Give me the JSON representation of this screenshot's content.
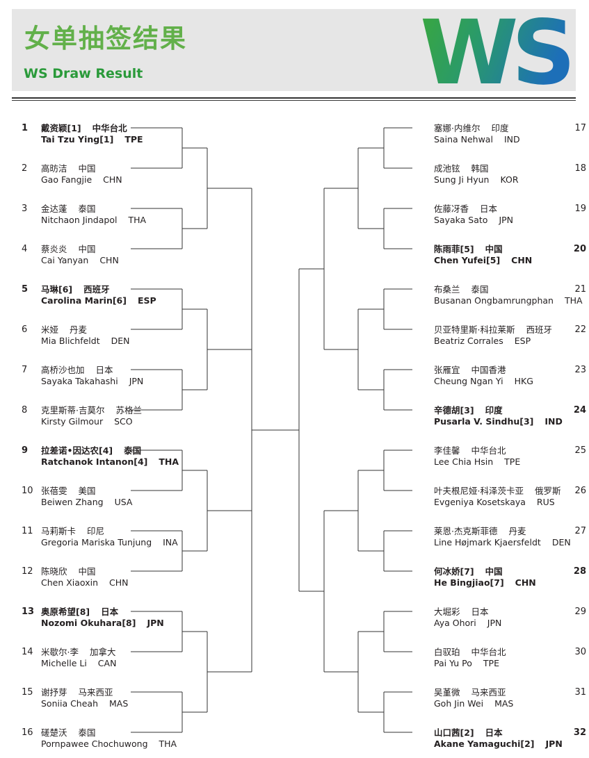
{
  "header": {
    "title_cn": "女单抽签结果",
    "title_en": "WS Draw Result",
    "logo_text": "WS",
    "colors": {
      "background": "#e6e6e6",
      "title_cn": "#62b04a",
      "title_en": "#2a9a3a",
      "logo_green": "#3aa83c",
      "logo_blue": "#1d6fb8"
    }
  },
  "left_entries": [
    {
      "seed": "1",
      "cn": "戴资颖[1]",
      "cn_country": "中华台北",
      "en": "Tai Tzu Ying[1]",
      "en_country": "TPE",
      "bold": true
    },
    {
      "seed": "2",
      "cn": "高昉洁",
      "cn_country": "中国",
      "en": "Gao Fangjie",
      "en_country": "CHN",
      "bold": false
    },
    {
      "seed": "3",
      "cn": "金达蓬",
      "cn_country": "泰国",
      "en": "Nitchaon Jindapol",
      "en_country": "THA",
      "bold": false
    },
    {
      "seed": "4",
      "cn": "蔡炎炎",
      "cn_country": "中国",
      "en": "Cai Yanyan",
      "en_country": "CHN",
      "bold": false
    },
    {
      "seed": "5",
      "cn": "马琳[6]",
      "cn_country": "西班牙",
      "en": "Carolina Marin[6]",
      "en_country": "ESP",
      "bold": true
    },
    {
      "seed": "6",
      "cn": "米娅",
      "cn_country": "丹麦",
      "en": "Mia Blichfeldt",
      "en_country": "DEN",
      "bold": false
    },
    {
      "seed": "7",
      "cn": "高桥沙也加",
      "cn_country": "日本",
      "en": "Sayaka Takahashi",
      "en_country": "JPN",
      "bold": false
    },
    {
      "seed": "8",
      "cn": "克里斯蒂·吉莫尔",
      "cn_country": "苏格兰",
      "en": "Kirsty Gilmour",
      "en_country": "SCO",
      "bold": false
    },
    {
      "seed": "9",
      "cn": "拉差诺•因达农[4]",
      "cn_country": "泰国",
      "en": "Ratchanok Intanon[4]",
      "en_country": "THA",
      "bold": true
    },
    {
      "seed": "10",
      "cn": "张蓓雯",
      "cn_country": "美国",
      "en": "Beiwen Zhang",
      "en_country": "USA",
      "bold": false
    },
    {
      "seed": "11",
      "cn": "马莉斯卡",
      "cn_country": "印尼",
      "en": "Gregoria Mariska Tunjung",
      "en_country": "INA",
      "bold": false
    },
    {
      "seed": "12",
      "cn": "陈晓欣",
      "cn_country": "中国",
      "en": "Chen Xiaoxin",
      "en_country": "CHN",
      "bold": false
    },
    {
      "seed": "13",
      "cn": "奥原希望[8]",
      "cn_country": "日本",
      "en": "Nozomi Okuhara[8]",
      "en_country": "JPN",
      "bold": true
    },
    {
      "seed": "14",
      "cn": "米歇尔·李",
      "cn_country": "加拿大",
      "en": "Michelle Li",
      "en_country": "CAN",
      "bold": false
    },
    {
      "seed": "15",
      "cn": "谢抒芽",
      "cn_country": "马来西亚",
      "en": "Soniia Cheah",
      "en_country": "MAS",
      "bold": false
    },
    {
      "seed": "16",
      "cn": "磋楚沃",
      "cn_country": "泰国",
      "en": "Pornpawee Chochuwong",
      "en_country": "THA",
      "bold": false
    }
  ],
  "right_entries": [
    {
      "seed": "17",
      "cn": "塞娜·内维尔",
      "cn_country": "印度",
      "en": "Saina Nehwal",
      "en_country": "IND",
      "bold": false
    },
    {
      "seed": "18",
      "cn": "成池铉",
      "cn_country": "韩国",
      "en": "Sung Ji Hyun",
      "en_country": "KOR",
      "bold": false
    },
    {
      "seed": "19",
      "cn": "佐藤冴香",
      "cn_country": "日本",
      "en": "Sayaka Sato",
      "en_country": "JPN",
      "bold": false
    },
    {
      "seed": "20",
      "cn": "陈雨菲[5]",
      "cn_country": "中国",
      "en": "Chen Yufei[5]",
      "en_country": "CHN",
      "bold": true
    },
    {
      "seed": "21",
      "cn": "布桑兰",
      "cn_country": "泰国",
      "en": "Busanan Ongbamrungphan",
      "en_country": "THA",
      "bold": false
    },
    {
      "seed": "22",
      "cn": "贝亚特里斯·科拉莱斯",
      "cn_country": "西班牙",
      "en": "Beatriz Corrales",
      "en_country": "ESP",
      "bold": false
    },
    {
      "seed": "23",
      "cn": "张雁宜",
      "cn_country": "中国香港",
      "en": "Cheung Ngan Yi",
      "en_country": "HKG",
      "bold": false
    },
    {
      "seed": "24",
      "cn": "辛德胡[3]",
      "cn_country": "印度",
      "en": "Pusarla V. Sindhu[3]",
      "en_country": "IND",
      "bold": true
    },
    {
      "seed": "25",
      "cn": "李佳馨",
      "cn_country": "中华台北",
      "en": "Lee Chia Hsin",
      "en_country": "TPE",
      "bold": false
    },
    {
      "seed": "26",
      "cn": "叶夫根尼娅·科泽茨卡亚",
      "cn_country": "俄罗斯",
      "en": "Evgeniya Kosetskaya",
      "en_country": "RUS",
      "bold": false
    },
    {
      "seed": "27",
      "cn": "莱恩·杰克斯菲德",
      "cn_country": "丹麦",
      "en": "Line Højmark Kjaersfeldt",
      "en_country": "DEN",
      "bold": false
    },
    {
      "seed": "28",
      "cn": "何冰娇[7]",
      "cn_country": "中国",
      "en": "He Bingjiao[7]",
      "en_country": "CHN",
      "bold": true
    },
    {
      "seed": "29",
      "cn": "大堀彩",
      "cn_country": "日本",
      "en": "Aya Ohori",
      "en_country": "JPN",
      "bold": false
    },
    {
      "seed": "30",
      "cn": "白驭珀",
      "cn_country": "中华台北",
      "en": "Pai Yu Po",
      "en_country": "TPE",
      "bold": false
    },
    {
      "seed": "31",
      "cn": "吴堇微",
      "cn_country": "马来西亚",
      "en": "Goh Jin Wei",
      "en_country": "MAS",
      "bold": false
    },
    {
      "seed": "32",
      "cn": "山口茜[2]",
      "cn_country": "日本",
      "en": "Akane Yamaguchi[2]",
      "en_country": "JPN",
      "bold": true
    }
  ]
}
